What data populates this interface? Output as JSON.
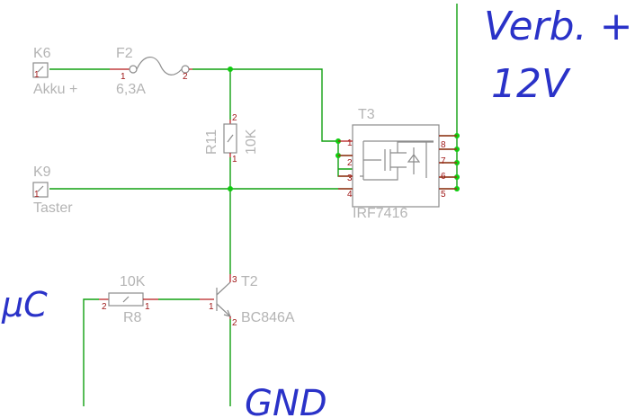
{
  "components": {
    "k6": {
      "ref": "K6",
      "value": "Akku +",
      "pin": "1"
    },
    "k9": {
      "ref": "K9",
      "value": "Taster",
      "pin": "1"
    },
    "f2": {
      "ref": "F2",
      "value": "6,3A",
      "pin1": "1",
      "pin2": "2"
    },
    "r11": {
      "ref": "R11",
      "value": "10K",
      "pin_top": "2",
      "pin_bottom": "1"
    },
    "r8": {
      "ref": "R8",
      "value": "10K",
      "pin_left": "2",
      "pin_right": "1"
    },
    "t3": {
      "ref": "T3",
      "value": "IRF7416",
      "pins_left": [
        "1",
        "2",
        "3",
        "4"
      ],
      "pins_right": [
        "8",
        "7",
        "6",
        "5"
      ]
    },
    "t2": {
      "ref": "T2",
      "value": "BC846A",
      "pin_base": "1",
      "pin_collector": "3",
      "pin_emitter": "2"
    }
  },
  "handwritten": {
    "verb": "Verb. +",
    "voltage": "12V",
    "uc": "µC",
    "gnd": "GND"
  },
  "colors": {
    "wire": "#10a010",
    "pin": "#a01818",
    "label": "#b4b4b4",
    "pen": "#2a32c8"
  }
}
